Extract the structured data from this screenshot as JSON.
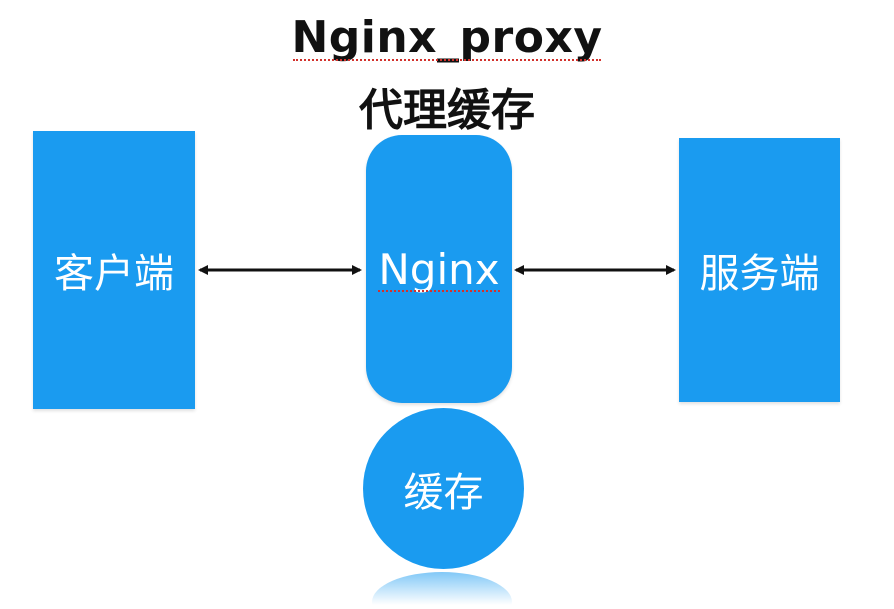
{
  "title": "Nginx_proxy",
  "subtitle": "代理缓存",
  "nodes": {
    "client": "客户端",
    "nginx": "Nginx",
    "server": "服务端",
    "cache": "缓存"
  },
  "colors": {
    "box_fill": "#1a9bf0",
    "text_on_box": "#ffffff",
    "arrow": "#111111",
    "spellcheck_underline": "#d2322d"
  }
}
